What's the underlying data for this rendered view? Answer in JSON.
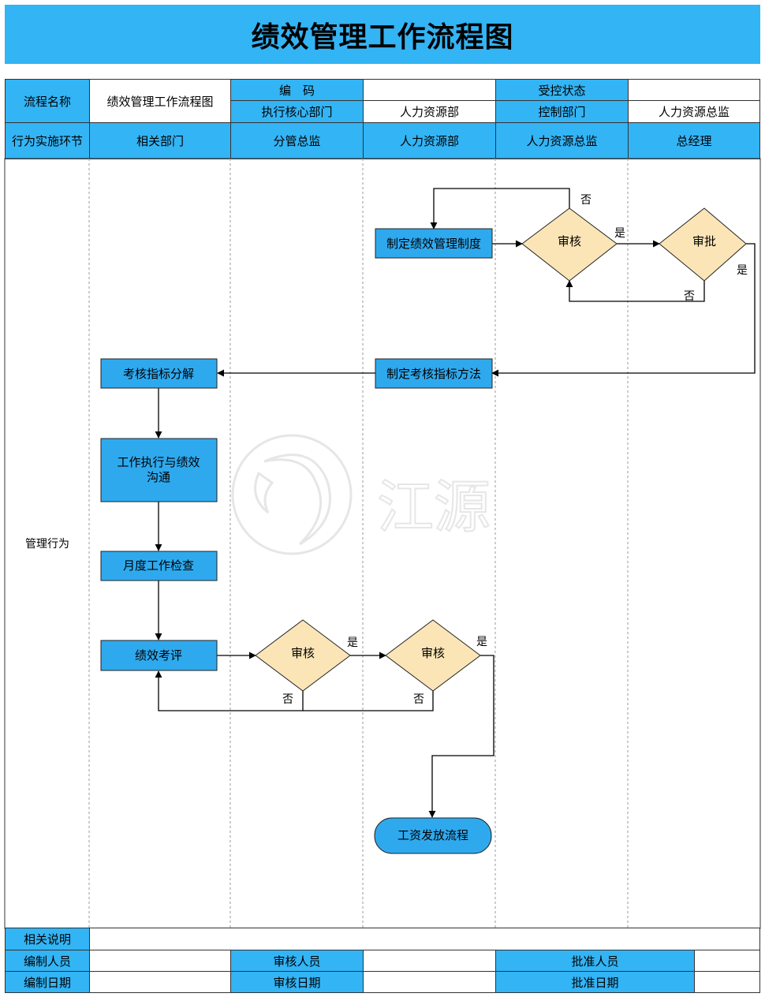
{
  "title": "绩效管理工作流程图",
  "header": {
    "process_name_label": "流程名称",
    "process_name_value": "绩效管理工作流程图",
    "code_label": "编　码",
    "code_value": "",
    "control_status_label": "受控状态",
    "control_status_value": "",
    "exec_dept_label": "执行核心部门",
    "exec_dept_value": "人力资源部",
    "control_dept_label": "控制部门",
    "control_dept_value": "人力资源总监"
  },
  "columns": [
    "行为实施环节",
    "相关部门",
    "分管总监",
    "人力资源部",
    "人力资源总监",
    "总经理"
  ],
  "row_label": "管理行为",
  "nodes": {
    "policy": "制定绩效管理制度",
    "review1": "审核",
    "approve": "审批",
    "method": "制定考核指标方法",
    "decompose": "考核指标分解",
    "execute": "工作执行与绩效沟通",
    "monthly": "月度工作检查",
    "evaluate": "绩效考评",
    "review2": "审核",
    "review3": "审核",
    "salary": "工资发放流程"
  },
  "edge_labels": {
    "yes": "是",
    "no": "否"
  },
  "watermark": "江源",
  "footer": {
    "notes_label": "相关说明",
    "notes_value": "",
    "author_label": "编制人员",
    "author_value": "",
    "reviewer_label": "审核人员",
    "reviewer_value": "",
    "approver_label": "批准人员",
    "approver_value": "",
    "author_date_label": "编制日期",
    "author_date_value": "",
    "reviewer_date_label": "审核日期",
    "reviewer_date_value": "",
    "approver_date_label": "批准日期",
    "approver_date_value": ""
  },
  "colors": {
    "header_blue": "#33b4f5",
    "box_blue": "#2fa9ee",
    "diamond_fill": "#fbe5b6",
    "swimlane_line": "#9a9a9a"
  }
}
